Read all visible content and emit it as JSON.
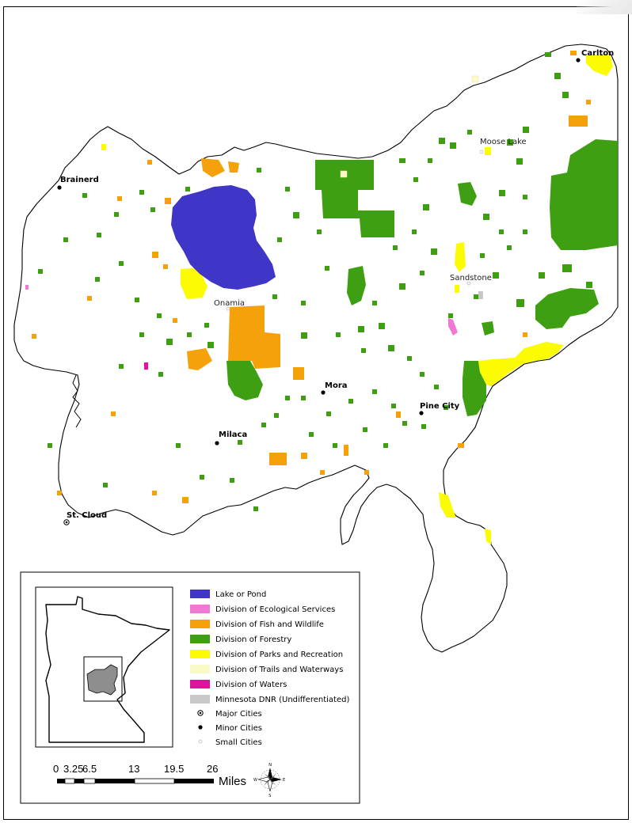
{
  "map": {
    "cities": [
      {
        "name": "Carlton",
        "tier": "minor"
      },
      {
        "name": "Moose Lake",
        "tier": "small"
      },
      {
        "name": "Brainerd",
        "tier": "minor"
      },
      {
        "name": "Sandstone",
        "tier": "small"
      },
      {
        "name": "Onamia",
        "tier": "small"
      },
      {
        "name": "Mora",
        "tier": "minor"
      },
      {
        "name": "Pine City",
        "tier": "minor"
      },
      {
        "name": "Milaca",
        "tier": "minor"
      },
      {
        "name": "St. Cloud",
        "tier": "major"
      }
    ],
    "colors": {
      "lake": "#3f35c6",
      "ecological": "#f07ad3",
      "fish_wildlife": "#f5a20a",
      "forestry": "#3f9f12",
      "parks": "#fbfb04",
      "trails": "#fafac8",
      "waters": "#e0139e",
      "undifferentiated": "#c8c8c8",
      "outline": "#000000"
    }
  },
  "legend": {
    "items": [
      {
        "label": "Lake or Pond",
        "color": "#3f35c6",
        "kind": "swatch"
      },
      {
        "label": "Division of Ecological Services",
        "color": "#f07ad3",
        "kind": "swatch"
      },
      {
        "label": "Division of Fish and Wildlife",
        "color": "#f5a20a",
        "kind": "swatch"
      },
      {
        "label": "Division of Forestry",
        "color": "#3f9f12",
        "kind": "swatch"
      },
      {
        "label": "Division of Parks and Recreation",
        "color": "#fbfb04",
        "kind": "swatch"
      },
      {
        "label": "Division of Trails and Waterways",
        "color": "#fafac8",
        "kind": "swatch"
      },
      {
        "label": "Division of Waters",
        "color": "#e0139e",
        "kind": "swatch"
      },
      {
        "label": "Minnesota DNR (Undifferentiated)",
        "color": "#c8c8c8",
        "kind": "swatch"
      },
      {
        "label": "Major Cities",
        "kind": "major-city"
      },
      {
        "label": "Minor Cities",
        "kind": "minor-city"
      },
      {
        "label": "Small Cities",
        "kind": "small-city"
      }
    ]
  },
  "scale_bar": {
    "ticks": [
      "0",
      "3.25",
      "6.5",
      "13",
      "19.5",
      "26"
    ],
    "units": "Miles"
  },
  "compass": {
    "n": "N",
    "s": "S",
    "e": "E",
    "w": "W"
  }
}
